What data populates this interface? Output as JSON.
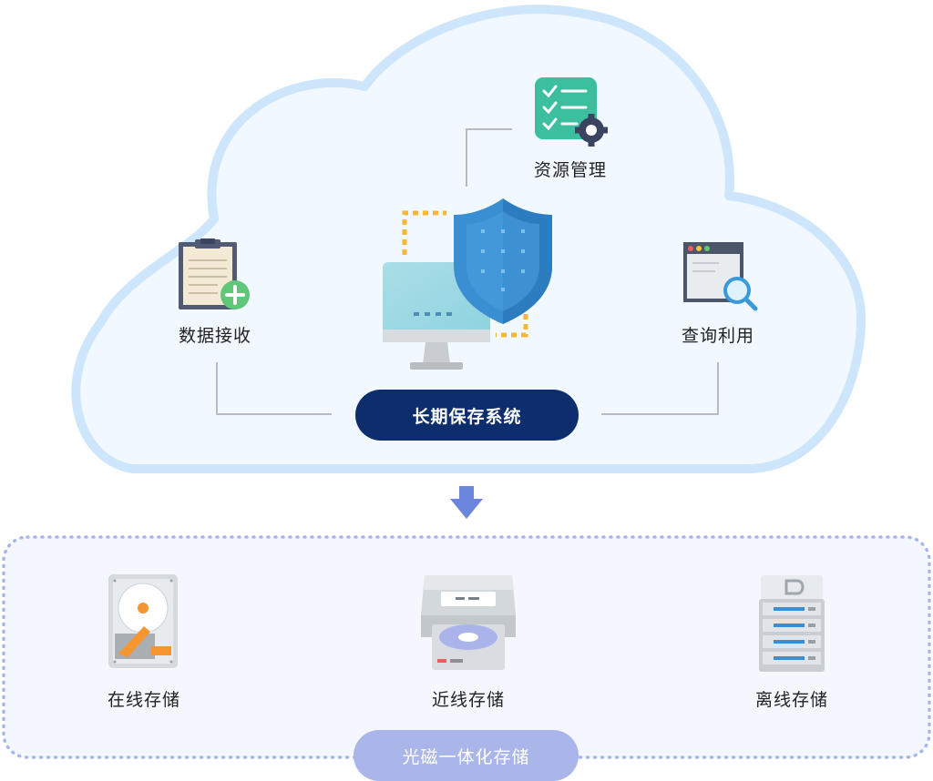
{
  "cloud": {
    "core_label": "长期保存系统",
    "modules": [
      {
        "label": "资源管理",
        "icon": "checklist-gear-icon"
      },
      {
        "label": "数据接收",
        "icon": "clipboard-plus-icon"
      },
      {
        "label": "查询利用",
        "icon": "window-search-icon"
      }
    ],
    "center_icon": "monitor-shield-icon"
  },
  "storage": {
    "title": "光磁一体化存储",
    "items": [
      {
        "label": "在线存储",
        "icon": "hard-disk-icon"
      },
      {
        "label": "近线存储",
        "icon": "optical-drive-icon"
      },
      {
        "label": "离线存储",
        "icon": "server-rack-icon"
      }
    ]
  },
  "colors": {
    "core_pill": "#0d2d6c",
    "storage_pill": "#aab6ea",
    "cloud_fill": "#f1f8ff",
    "cloud_border": "#cfe7fb",
    "arrow": "#6b86dc",
    "dotted_border": "#a7b7ea"
  }
}
